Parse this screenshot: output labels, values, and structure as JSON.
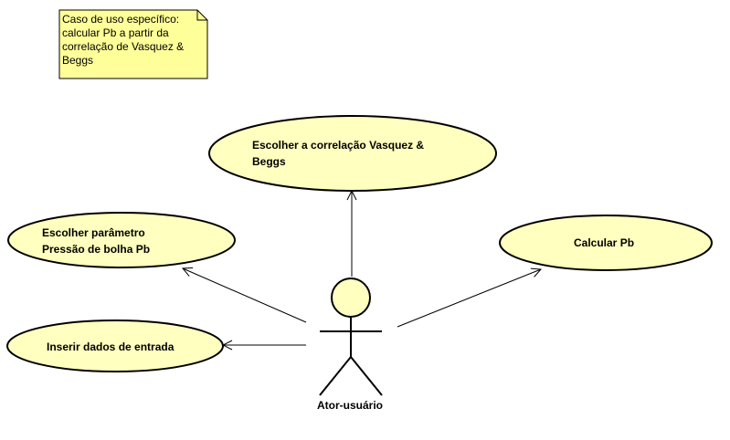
{
  "note": {
    "text": "Caso de uso específico:\ncalcular Pb a partir da\ncorrelação de Vasquez &\nBeggs"
  },
  "use_cases": {
    "correlacao": "Escolher a correlação Vasquez &\nBeggs",
    "parametro": "Escolher parâmetro\nPressão de bolha Pb",
    "calcular": "Calcular Pb",
    "inserir": "Inserir dados de entrada"
  },
  "actor": {
    "name": "Ator-usuário"
  },
  "colors": {
    "use_case_fill": "#ffffc0",
    "note_fill": "#ffff99",
    "stroke": "#000000"
  }
}
